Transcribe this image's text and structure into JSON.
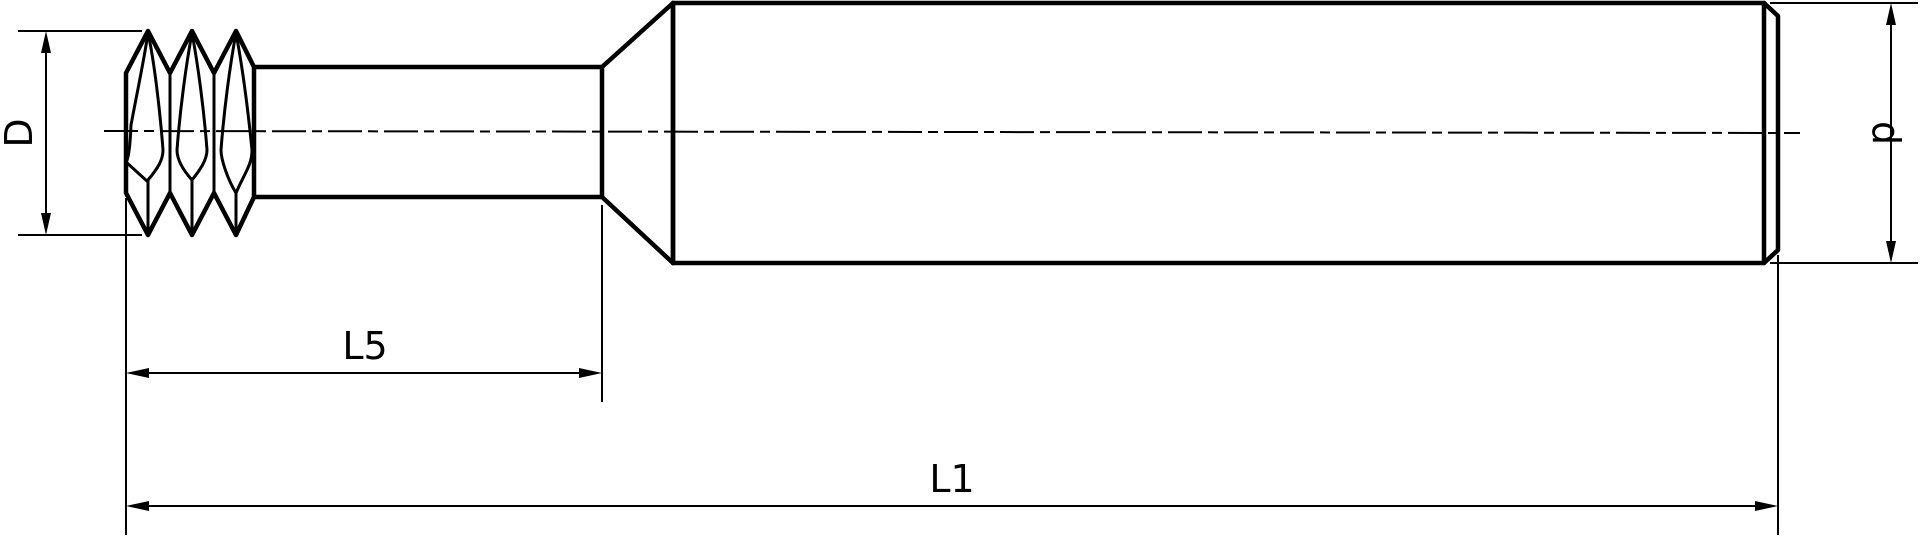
{
  "drawing": {
    "dimensions": {
      "tool_length": "L1",
      "neck_length": "L5",
      "cutting_diameter": "D",
      "shank_diameter": "d"
    }
  }
}
